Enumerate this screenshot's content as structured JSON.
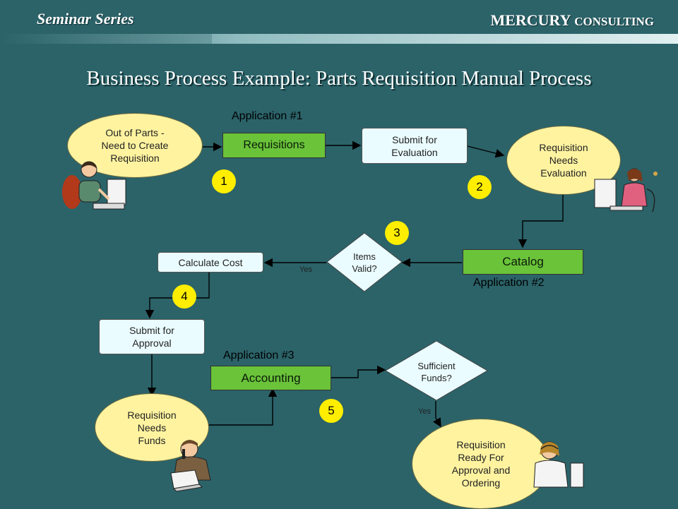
{
  "header": {
    "series": "Seminar Series",
    "company_main": "MERCURY",
    "company_sub": "CONSULTING"
  },
  "title": "Business Process Example:  Parts Requisition Manual Process",
  "labels": {
    "app1": "Application #1",
    "app2": "Application #2",
    "app3": "Application #3"
  },
  "apps": {
    "requisitions": "Requisitions",
    "catalog": "Catalog",
    "accounting": "Accounting"
  },
  "ovals": {
    "out_of_parts": "Out of Parts -\nNeed to Create\nRequisition",
    "needs_evaluation": "Requisition\nNeeds\nEvaluation",
    "needs_funds": "Requisition\nNeeds\nFunds",
    "ready": "Requisition\nReady For\nApproval and\nOrdering"
  },
  "boxes": {
    "submit_eval": "Submit for\nEvaluation",
    "calc_cost": "Calculate Cost",
    "submit_approval": "Submit for\nApproval"
  },
  "decisions": {
    "items_valid": "Items\nValid?",
    "sufficient_funds": "Sufficient\nFunds?"
  },
  "yes_labels": {
    "items": "Yes",
    "funds": "Yes"
  },
  "steps": [
    "1",
    "2",
    "3",
    "4",
    "5"
  ],
  "colors": {
    "background": "#2b6369",
    "oval_fill": "#fff3a0",
    "app_fill": "#6ac339",
    "box_fill": "#eafcff",
    "step_fill": "#ffee00",
    "header_bar": "#c8e0e2"
  }
}
